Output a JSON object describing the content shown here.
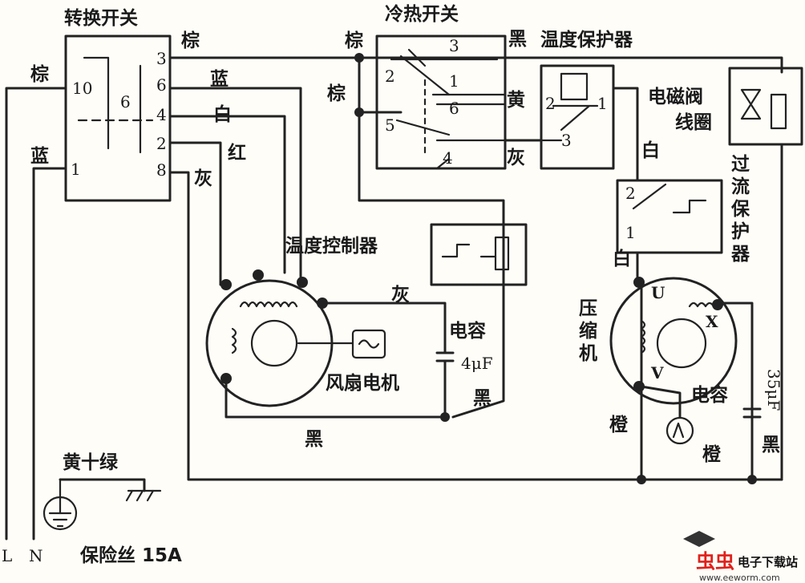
{
  "switch": {
    "title": "转换开关",
    "pins": {
      "p10": "10",
      "p1": "1",
      "p6c": "6",
      "p3": "3",
      "p6": "6",
      "p4": "4",
      "p2": "2",
      "p8": "8"
    }
  },
  "cooling_switch": {
    "title": "冷热开关",
    "pins": {
      "p3": "3",
      "p2": "2",
      "p1": "1",
      "p6": "6",
      "p5": "5",
      "p4": "4"
    }
  },
  "temp_protector": {
    "title": "温度保护器",
    "pin2": "2",
    "pin1": "1",
    "pin3": "3"
  },
  "solenoid": {
    "title_a": "电磁阀",
    "title_b": "线圈"
  },
  "overcurrent": {
    "pin2": "2",
    "pin1": "1",
    "title": [
      "过",
      "流",
      "保",
      "护",
      "器"
    ]
  },
  "compressor": {
    "title": [
      "压",
      "缩",
      "机"
    ],
    "U": "U",
    "X": "X",
    "V": "V",
    "cap_label": "电容",
    "cap_value": "35μF"
  },
  "fan": {
    "title": "风扇电机",
    "thermo": "温度控制器",
    "cap_label": "电容",
    "cap_value": "4μF"
  },
  "wire_colors": {
    "brown": "棕",
    "blue": "蓝",
    "white": "白",
    "red": "红",
    "gray": "灰",
    "black": "黑",
    "yellow": "黄",
    "orange": "橙"
  },
  "ground": {
    "label": "黄十绿"
  },
  "fuse": {
    "label": "保险丝 15A"
  },
  "terminals": {
    "L": "L",
    "N": "N"
  },
  "watermark": {
    "text_a": "虫虫",
    "text_b": "电子下载站",
    "url": "www.eeworm.com"
  }
}
